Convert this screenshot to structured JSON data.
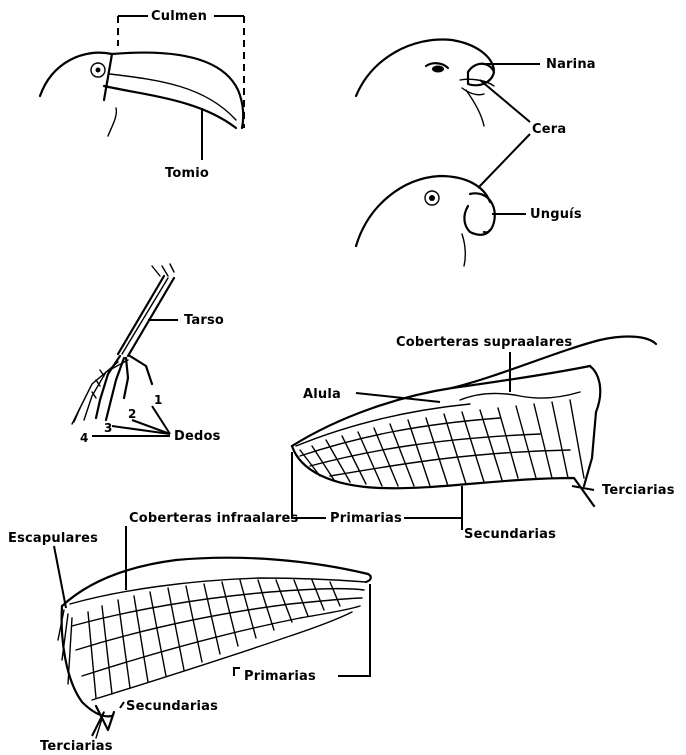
{
  "labels": {
    "culmen": "Culmen",
    "tomio": "Tomio",
    "narina": "Narina",
    "cera": "Cera",
    "unguis": "Unguís",
    "tarso": "Tarso",
    "dedos": "Dedos",
    "toe_1": "1",
    "toe_2": "2",
    "toe_3": "3",
    "toe_4": "4",
    "coberteras_supraalares": "Coberteras supraalares",
    "alula": "Alula",
    "primarias_upper": "Primarias",
    "secundarias_upper": "Secundarias",
    "terciarias_upper": "Terciarias",
    "coberteras_infraalares": "Coberteras infraalares",
    "escapulares": "Escapulares",
    "primarias_lower": "Primarias",
    "secundarias_lower": "Secundarias",
    "terciarias_lower": "Terciarias"
  },
  "colors": {
    "ink": "#000000",
    "background": "#ffffff"
  }
}
